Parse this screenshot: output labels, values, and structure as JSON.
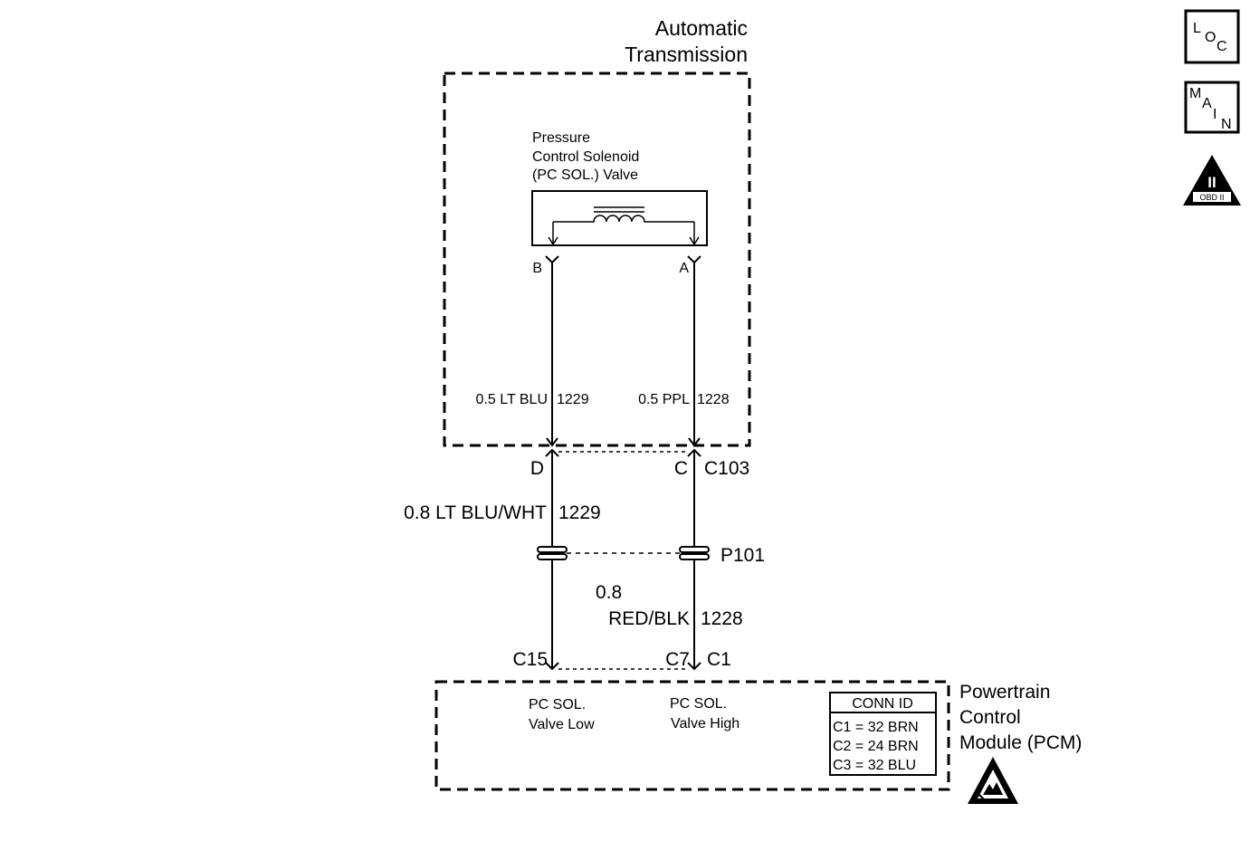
{
  "modules": {
    "transmission": {
      "line1": "Automatic",
      "line2": "Transmission"
    },
    "solenoid": {
      "line1": "Pressure",
      "line2": "Control Solenoid",
      "line3": "(PC SOL.) Valve"
    },
    "pcm": {
      "line1": "Powertrain",
      "line2": "Control",
      "line3": "Module (PCM)"
    }
  },
  "pins": {
    "b": "B",
    "a": "A",
    "d": "D",
    "c": "C",
    "c15": "C15",
    "c7": "C7"
  },
  "connectors": {
    "c103": "C103",
    "p101": "P101",
    "c1": "C1"
  },
  "wires": {
    "left_upper": {
      "gauge_color": "0.5 LT BLU",
      "circuit": "1229"
    },
    "right_upper": {
      "gauge_color": "0.5 PPL",
      "circuit": "1228"
    },
    "left_lower": {
      "gauge_color": "0.8 LT BLU/WHT",
      "circuit": "1229"
    },
    "right_lower": {
      "gauge": "0.8",
      "color": "RED/BLK",
      "circuit": "1228"
    }
  },
  "pcm_pins": {
    "low": {
      "line1": "PC SOL.",
      "line2": "Valve Low"
    },
    "high": {
      "line1": "PC SOL.",
      "line2": "Valve High"
    }
  },
  "conn_id": {
    "header": "CONN ID",
    "rows": [
      "C1 = 32 BRN",
      "C2 = 24 BRN",
      "C3 = 32 BLU"
    ]
  },
  "nav": {
    "loc": [
      "L",
      "O",
      "C"
    ],
    "main": [
      "M",
      "A",
      "I",
      "N"
    ],
    "obd": {
      "numeral": "II",
      "label": "OBD II"
    }
  }
}
